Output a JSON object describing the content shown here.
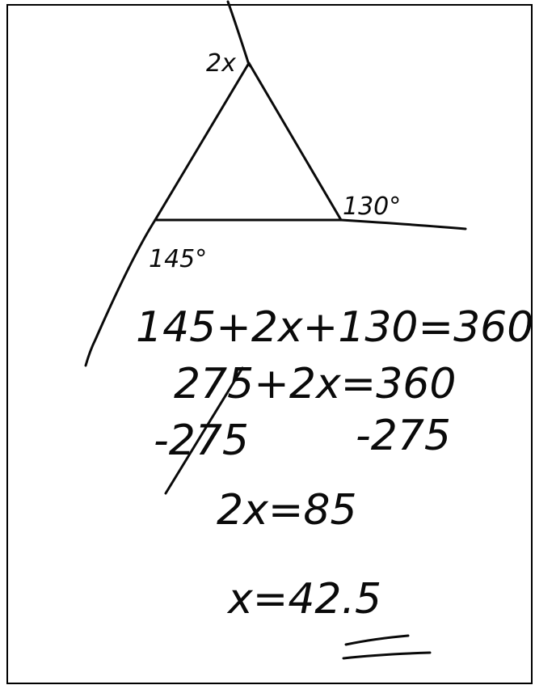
{
  "figure": {
    "angle_top": "2x",
    "angle_right": "130°",
    "angle_left": "145°"
  },
  "work": {
    "line1": "145+2x+130=360",
    "line2": "275+2x=360",
    "line3_left": "-275",
    "line3_right": "-275",
    "line4": "2x=85",
    "line5": "x=42.5"
  },
  "colors": {
    "ink": "#0a0a0a",
    "paper": "#ffffff",
    "border": "#000000"
  }
}
